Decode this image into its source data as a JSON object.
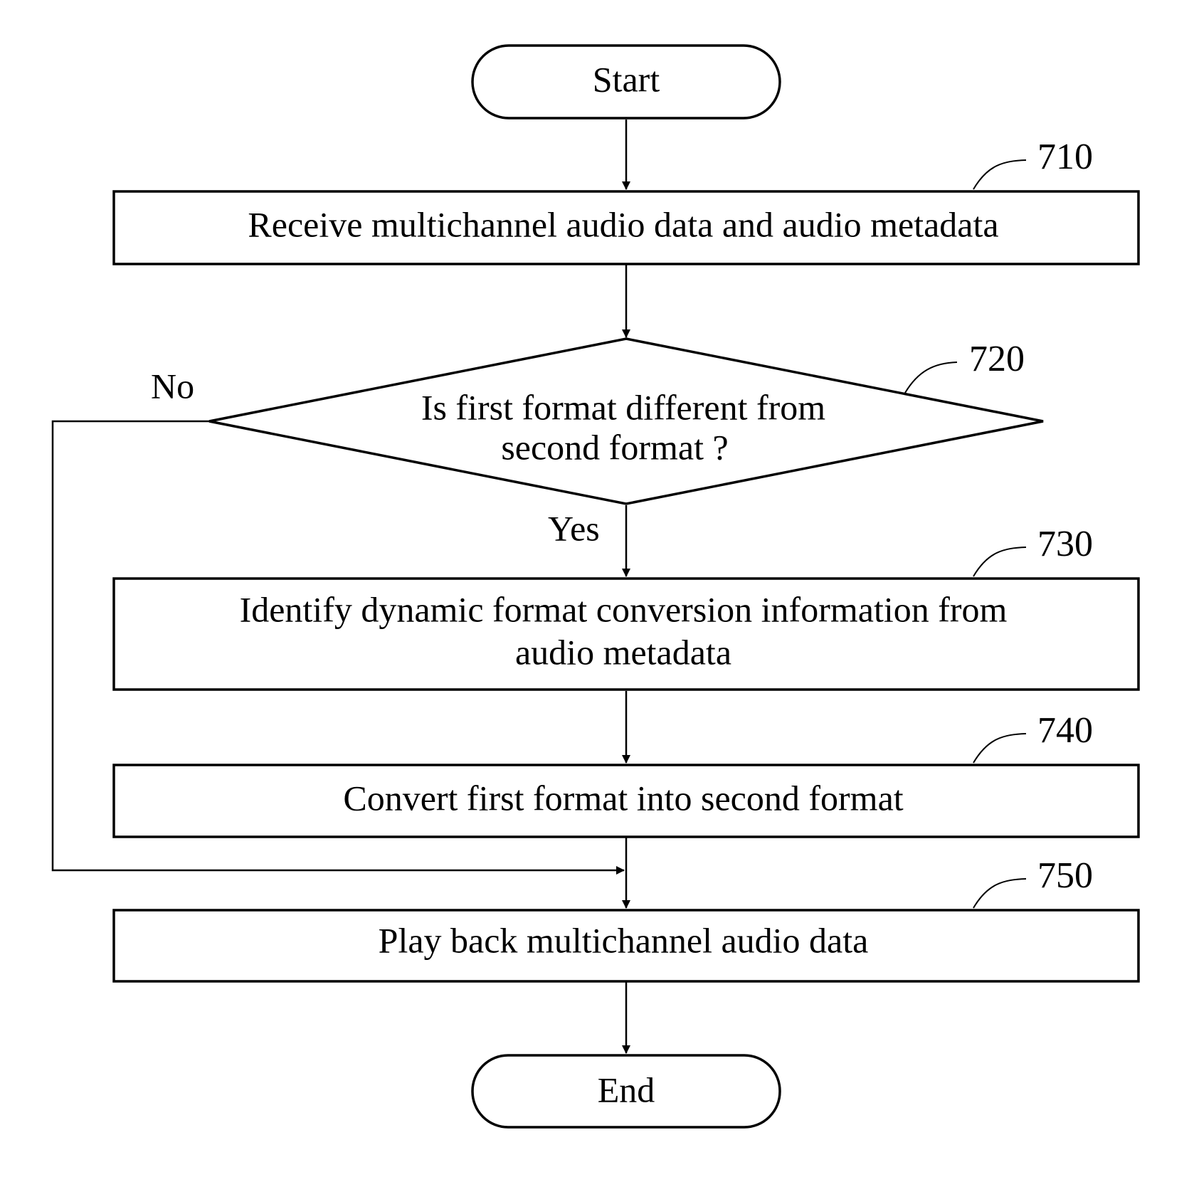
{
  "diagram": {
    "start": {
      "label": "Start"
    },
    "end": {
      "label": "End"
    },
    "steps": [
      {
        "ref": "710",
        "lines": [
          "Receive multichannel audio data and audio metadata"
        ]
      },
      {
        "ref": "720",
        "lines": [
          "Is first format different from",
          "second format ?"
        ]
      },
      {
        "ref": "730",
        "lines": [
          "Identify dynamic format conversion information from",
          "audio metadata"
        ]
      },
      {
        "ref": "740",
        "lines": [
          "Convert first format into second format"
        ]
      },
      {
        "ref": "750",
        "lines": [
          "Play back multichannel audio data"
        ]
      }
    ],
    "branches": {
      "no_label": "No",
      "yes_label": "Yes"
    }
  }
}
